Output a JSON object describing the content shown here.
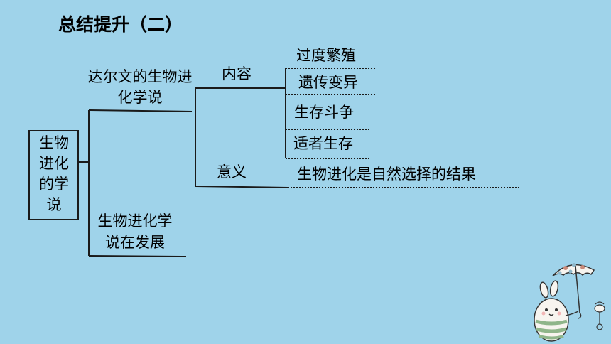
{
  "title": "总结提升（二）",
  "root": {
    "label": "生物进化的学说"
  },
  "branches": {
    "darwin": "达尔文的生物进化学说",
    "developing": "生物进化学说在发展"
  },
  "darwin_children": {
    "content": "内容",
    "significance": "意义"
  },
  "content_items": [
    "过度繁殖",
    "遗传变异",
    "生存斗争",
    "适者生存"
  ],
  "significance_item": "生物进化是自然选择的结果",
  "colors": {
    "background": "#9fd3ea",
    "line": "#1a1a1a"
  },
  "icons": [
    "umbrella-bunny-illustration"
  ]
}
